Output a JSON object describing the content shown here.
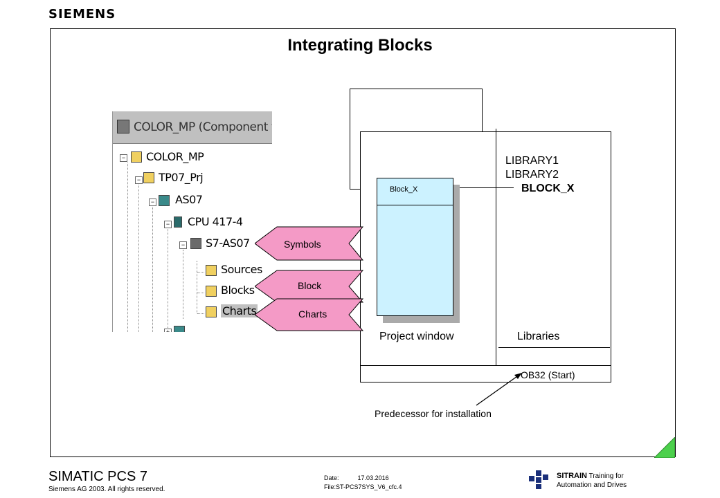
{
  "header": {
    "logo": "SIEMENS",
    "title": "Integrating Blocks"
  },
  "explorer": {
    "window_title": "COLOR_MP (Component view) -- ...",
    "tree": [
      "COLOR_MP",
      "TP07_Prj",
      "AS07",
      "CPU 417-4",
      "S7-AS07",
      "Sources",
      "Blocks",
      "Charts"
    ]
  },
  "tags": {
    "symbols": "Symbols",
    "block": "Block",
    "charts": "Charts"
  },
  "diagram": {
    "block_label": "Block_X",
    "library1": "LIBRARY1",
    "library2": "LIBRARY2",
    "block_x": "BLOCK_X",
    "project_window": "Project window",
    "libraries": "Libraries",
    "ob32": "OB32 (Start)",
    "predecessor": "Predecessor for installation"
  },
  "footer": {
    "product": "SIMATIC PCS 7",
    "copyright": "Siemens AG 2003. All rights reserved.",
    "date_label": "Date:",
    "date_value": "17.03.2016",
    "file_label": "File:",
    "file_value": "ST-PCS7SYS_V6_cfc.4",
    "sitrain": "SITRAIN",
    "sitrain_sub1": "Training for",
    "sitrain_sub2": "Automation and Drives"
  },
  "colors": {
    "tag_fill": "#f49ac6",
    "corner_green": "#4cd04c",
    "accent": "#000000"
  }
}
